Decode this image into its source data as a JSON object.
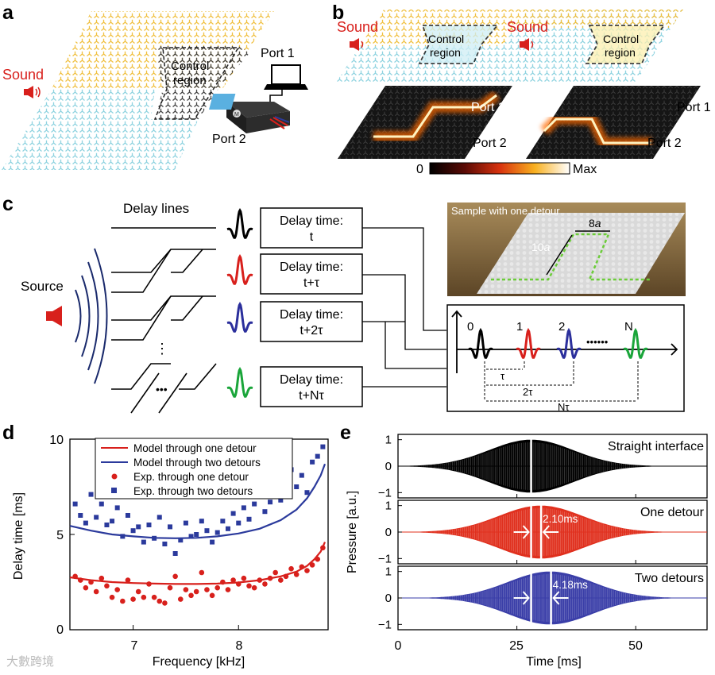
{
  "panels": {
    "a": "a",
    "b": "b",
    "c": "c",
    "d": "d",
    "e": "e"
  },
  "panel_a": {
    "sound": "Sound",
    "control_line1": "Control",
    "control_line2": "region",
    "port1": "Port 1",
    "port2": "Port 2",
    "chip_mark": "M"
  },
  "panel_b": {
    "sound_left": "Sound",
    "sound_right": "Sound",
    "control_line1": "Control",
    "control_line2": "region",
    "port1_left": "Port 1",
    "port2_left": "Port 2",
    "port1_right": "Port 1",
    "port2_right": "Port 2",
    "colorbar_min": "0",
    "colorbar_max": "Max"
  },
  "panel_c": {
    "delay_lines": "Delay lines",
    "source": "Source",
    "boxes": [
      {
        "l1": "Delay time:",
        "l2": "t"
      },
      {
        "l1": "Delay time:",
        "l2": "t+τ"
      },
      {
        "l1": "Delay time:",
        "l2": "t+2τ"
      },
      {
        "l1": "Delay time:",
        "l2": "t+Nτ"
      }
    ],
    "photo_caption": "Sample with one detour",
    "photo_8a": "8",
    "photo_10a": "10",
    "photo_unit": "a",
    "timeline_labels": [
      "0",
      "1",
      "2",
      "N"
    ],
    "timeline_dots": "••••••",
    "tau": "τ",
    "tau2": "2τ",
    "taun": "Nτ",
    "pulse_colors": [
      "#000000",
      "#d8201c",
      "#2b2f9c",
      "#1aa53a"
    ]
  },
  "chart_data": [
    {
      "type": "scatter",
      "xlabel": "Frequency [kHz]",
      "ylabel": "Delay time [ms]",
      "xlim": [
        6.4,
        8.85
      ],
      "ylim": [
        0,
        10
      ],
      "xticks": [
        "7",
        "8"
      ],
      "yticks": [
        "0",
        "5",
        "10"
      ],
      "legend": "top",
      "legend_entries": [
        "Model through one detour",
        "Model through two detours",
        "Exp. through one detour",
        "Exp. through two detours"
      ],
      "series": [
        {
          "name": "Model through one detour",
          "kind": "line",
          "color": "#d8201c",
          "x": [
            6.4,
            6.6,
            6.8,
            7.0,
            7.2,
            7.4,
            7.6,
            7.8,
            8.0,
            8.2,
            8.4,
            8.55,
            8.65,
            8.72,
            8.78,
            8.82
          ],
          "y": [
            2.75,
            2.6,
            2.5,
            2.45,
            2.42,
            2.4,
            2.4,
            2.42,
            2.48,
            2.6,
            2.8,
            3.05,
            3.35,
            3.7,
            4.1,
            4.6
          ]
        },
        {
          "name": "Model through two detours",
          "kind": "line",
          "color": "#2b3a9c",
          "x": [
            6.4,
            6.6,
            6.8,
            7.0,
            7.2,
            7.4,
            7.6,
            7.8,
            8.0,
            8.2,
            8.4,
            8.55,
            8.65,
            8.72,
            8.78,
            8.82
          ],
          "y": [
            5.45,
            5.2,
            5.0,
            4.9,
            4.82,
            4.8,
            4.82,
            4.9,
            5.05,
            5.3,
            5.75,
            6.3,
            6.9,
            7.5,
            8.1,
            8.7
          ]
        },
        {
          "name": "Exp. through one detour",
          "kind": "circle",
          "color": "#d8201c",
          "x": [
            6.45,
            6.5,
            6.55,
            6.6,
            6.65,
            6.7,
            6.75,
            6.8,
            6.85,
            6.9,
            6.95,
            7.0,
            7.05,
            7.1,
            7.15,
            7.2,
            7.25,
            7.3,
            7.35,
            7.4,
            7.45,
            7.5,
            7.55,
            7.6,
            7.65,
            7.7,
            7.75,
            7.8,
            7.85,
            7.9,
            7.95,
            8.0,
            8.05,
            8.1,
            8.15,
            8.2,
            8.25,
            8.3,
            8.35,
            8.4,
            8.45,
            8.5,
            8.55,
            8.6,
            8.65,
            8.7,
            8.75,
            8.8
          ],
          "y": [
            2.8,
            2.6,
            2.2,
            2.5,
            2.0,
            2.7,
            2.3,
            1.7,
            2.1,
            1.5,
            2.6,
            1.6,
            2.0,
            1.7,
            2.4,
            1.7,
            1.5,
            1.4,
            2.2,
            2.8,
            1.6,
            2.1,
            1.8,
            2.0,
            3.0,
            2.1,
            1.8,
            2.2,
            2.5,
            2.1,
            2.6,
            2.4,
            2.7,
            2.3,
            2.2,
            2.6,
            2.4,
            2.7,
            3.0,
            2.6,
            2.8,
            3.2,
            2.9,
            3.3,
            3.1,
            3.4,
            3.7,
            4.3
          ]
        },
        {
          "name": "Exp. through two detours",
          "kind": "square",
          "color": "#2b3a9c",
          "x": [
            6.45,
            6.5,
            6.55,
            6.6,
            6.65,
            6.7,
            6.75,
            6.8,
            6.85,
            6.9,
            6.95,
            7.0,
            7.05,
            7.1,
            7.15,
            7.2,
            7.25,
            7.3,
            7.35,
            7.4,
            7.45,
            7.5,
            7.55,
            7.6,
            7.65,
            7.7,
            7.75,
            7.8,
            7.85,
            7.9,
            7.95,
            8.0,
            8.05,
            8.1,
            8.15,
            8.2,
            8.25,
            8.3,
            8.35,
            8.4,
            8.45,
            8.5,
            8.55,
            8.6,
            8.65,
            8.7,
            8.75,
            8.8
          ],
          "y": [
            6.6,
            6.0,
            5.6,
            7.1,
            5.9,
            6.6,
            5.5,
            5.7,
            6.4,
            4.9,
            6.0,
            5.2,
            5.4,
            4.6,
            5.5,
            4.8,
            5.9,
            4.5,
            5.4,
            4.0,
            4.7,
            5.6,
            4.9,
            5.0,
            5.7,
            5.2,
            4.6,
            5.1,
            5.7,
            5.3,
            6.1,
            5.6,
            6.4,
            5.8,
            6.6,
            7.0,
            6.2,
            6.7,
            7.4,
            6.8,
            7.6,
            8.4,
            7.5,
            8.1,
            7.2,
            8.8,
            9.1,
            9.6
          ]
        }
      ]
    },
    {
      "type": "area",
      "xlabel": "Time [ms]",
      "ylabel": "Pressure [a.u.]",
      "xlim": [
        0,
        65
      ],
      "ylim": [
        -1.2,
        1.2
      ],
      "xticks": [
        "0",
        "25",
        "50"
      ],
      "yticks": [
        "1",
        "0",
        "−1"
      ],
      "series": [
        {
          "name": "Straight interface",
          "color": "#000000",
          "center": 28,
          "width": 30,
          "shift": 0,
          "shift_label": ""
        },
        {
          "name": "One detour",
          "color": "#e0301e",
          "center": 30,
          "width": 30,
          "shift": 2.1,
          "shift_label": "2.10ms"
        },
        {
          "name": "Two detours",
          "color": "#3a3ea8",
          "center": 32,
          "width": 30,
          "shift": 4.18,
          "shift_label": "4.18ms"
        }
      ]
    }
  ],
  "watermark": "大數跨境"
}
